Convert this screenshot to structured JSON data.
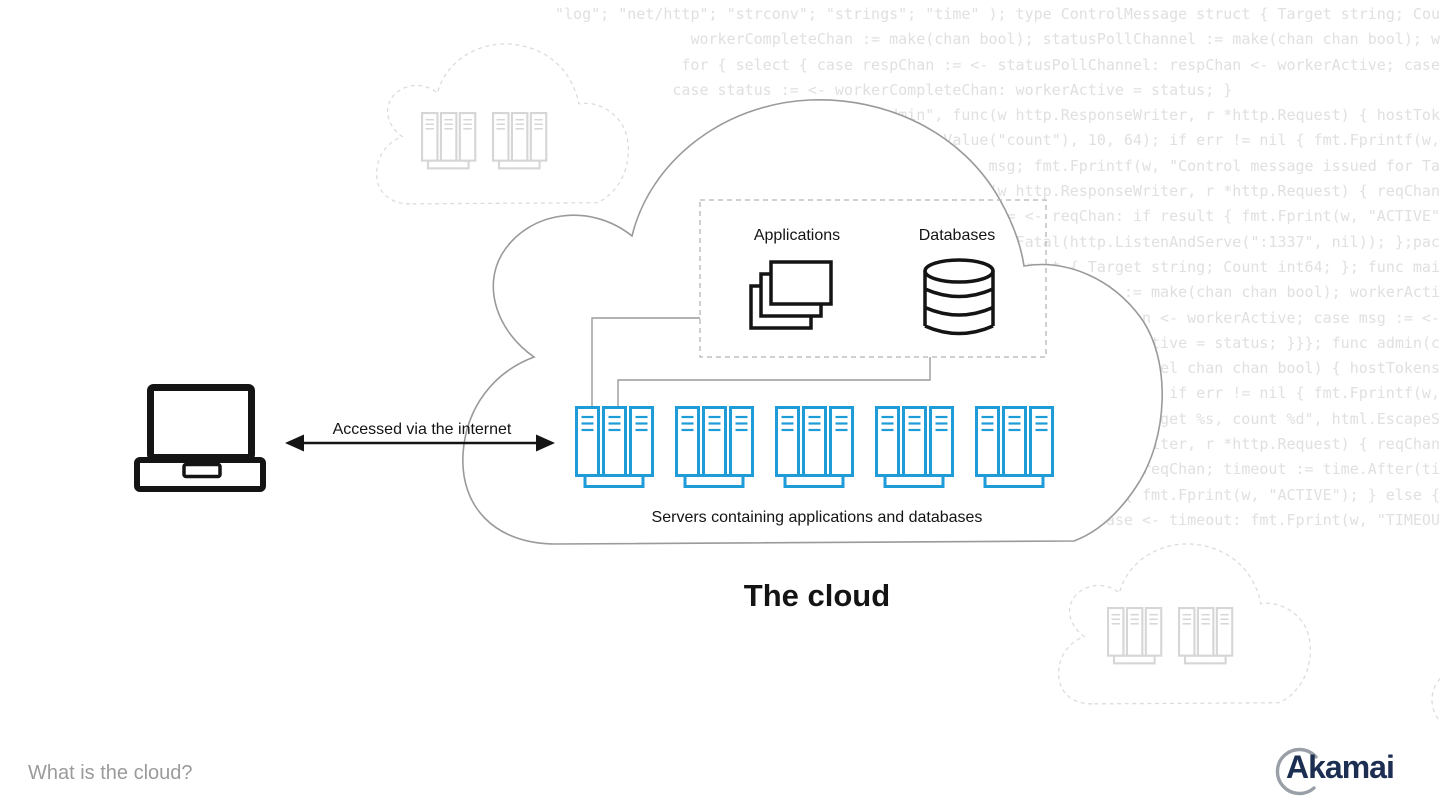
{
  "colors": {
    "server_blue": "#1E9CD8",
    "outline_gray": "#9A9A9A",
    "faint_gray": "#DCDCDC",
    "code_gray": "#E0E0E0",
    "ink": "#141414",
    "muted_gray": "#9B9B9B",
    "akamai_navy": "#1C2F52",
    "akamai_swoosh": "#9AA0A8"
  },
  "background_code": {
    "lines": [
      "\"log\"; \"net/http\"; \"strconv\"; \"strings\"; \"time\" ); type ControlMessage struct { Target string; Cou",
      "workerCompleteChan := make(chan bool); statusPollChannel := make(chan chan bool); w",
      "for { select { case respChan := <- statusPollChannel: respChan <- workerActive; case",
      "case status := <- workerCompleteChan: workerActive = status; }                       ",
      "HandleFunc(\"/admin\", func(w http.ResponseWriter, r *http.Request) { hostTok",
      "strconv.ParseInt(r.FormValue(\"count\"), 10, 64); if err != nil { fmt.Fprintf(w,",
      "err.Error()); return; }; cc <- msg; fmt.Fprintf(w, \"Control message issued for Ta",
      "http.HandleFunc(\"/status\", func(w http.ResponseWriter, r *http.Request) { reqChan",
      "select { case result := <- reqChan: if result { fmt.Fprint(w, \"ACTIVE\"",
      "fmt.Fprint(w, \"TIMEOUT\");}}); log.Fatal(http.ListenAndServe(\":1337\", nil)); };pac",
      "type ControlMessage struct { Target string; Count int64; }; func mai",
      "controlChannel := make(chan ControlMessage); statusPollChannel := make(chan chan bool); workerActi",
      ":= false; go admin(controlChannel, statusPollChannel); respChan <- workerActive; case msg := <-",
      "controlChannel: workerActive = true; workerCompleteChan: workerActive = status; }}}; func admin(c",
      "cc chan ControlMessage, statusPollChannel chan chan bool) { hostTokens",
      ":= strings.Split(r.Host, \":\"); r.ParseForm(); if err != nil { fmt.Fprintf(w,",
      "\"Control message issued for Target %s, count %d\", html.EscapeS",
      "http.HandleFunc(\"/status\", func(w http.ResponseWriter, r *http.Request) { reqChan",
      ":= make(chan bool); statusPollChannel <- reqChan; timeout := time.After(ti",
      "select { case result := <- reqChan: if result { fmt.Fprint(w, \"ACTIVE\"); } else {",
      "fmt.Fprint(w, \"INACTIVE\"); }; return; case <- timeout: fmt.Fprint(w, \"TIMEOU"
    ]
  },
  "diagram": {
    "arrow_label": "Accessed via the internet",
    "box": {
      "applications_label": "Applications",
      "databases_label": "Databases"
    },
    "servers_caption": "Servers containing applications and databases",
    "cloud_title": "The cloud"
  },
  "footer": {
    "question": "What is the cloud?",
    "brand": "Akamai"
  }
}
